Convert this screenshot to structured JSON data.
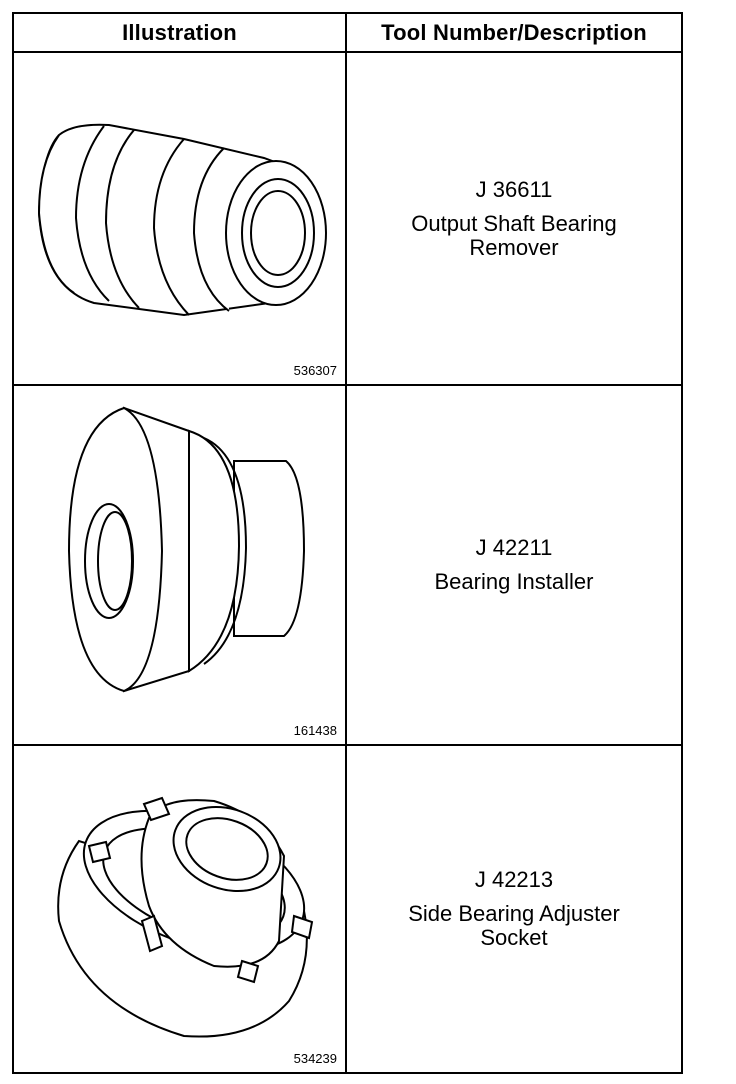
{
  "table": {
    "headers": {
      "illustration": "Illustration",
      "tool": "Tool Number/Description"
    },
    "rows": [
      {
        "figure_id": "536307",
        "tool_number": "J 36611",
        "description": "Output Shaft Bearing Remover",
        "icon": "bearing-remover-drawing"
      },
      {
        "figure_id": "161438",
        "tool_number": "J 42211",
        "description": "Bearing Installer",
        "icon": "bearing-installer-drawing"
      },
      {
        "figure_id": "534239",
        "tool_number": "J 42213",
        "description": "Side Bearing Adjuster Socket",
        "icon": "adjuster-socket-drawing"
      }
    ]
  }
}
